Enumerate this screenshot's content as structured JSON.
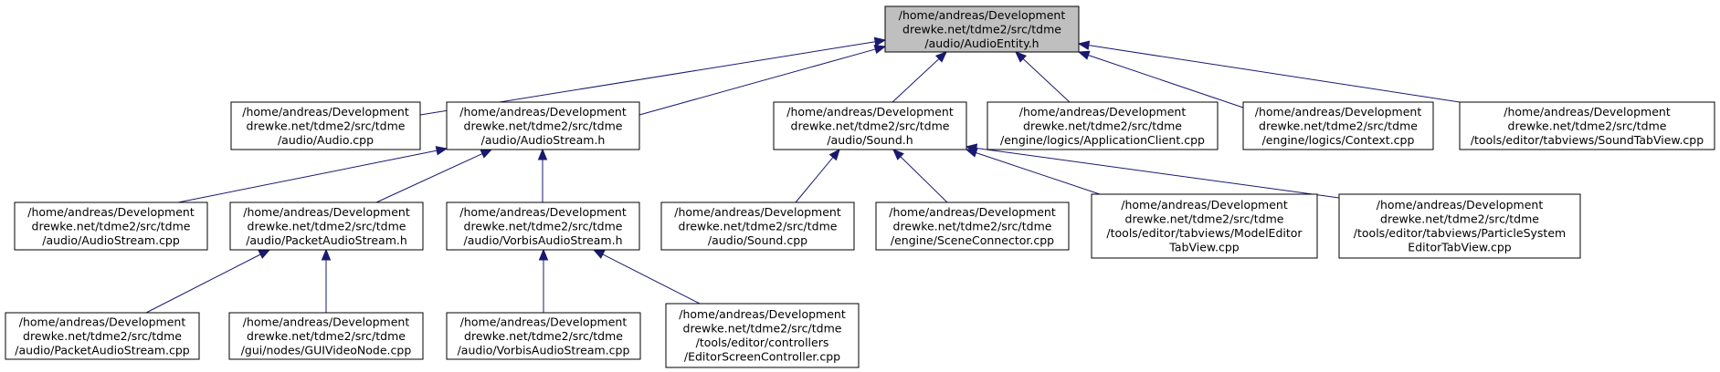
{
  "graph": {
    "nodes": [
      {
        "id": "audioentity_h",
        "lines": [
          "/home/andreas/Development",
          "drewke.net/tdme2/src/tdme",
          "/audio/AudioEntity.h"
        ],
        "highlight": true
      },
      {
        "id": "audio_cpp",
        "lines": [
          "/home/andreas/Development",
          "drewke.net/tdme2/src/tdme",
          "/audio/Audio.cpp"
        ]
      },
      {
        "id": "audiostream_h",
        "lines": [
          "/home/andreas/Development",
          "drewke.net/tdme2/src/tdme",
          "/audio/AudioStream.h"
        ]
      },
      {
        "id": "sound_h",
        "lines": [
          "/home/andreas/Development",
          "drewke.net/tdme2/src/tdme",
          "/audio/Sound.h"
        ]
      },
      {
        "id": "applicationclient_cpp",
        "lines": [
          "/home/andreas/Development",
          "drewke.net/tdme2/src/tdme",
          "/engine/logics/ApplicationClient.cpp"
        ]
      },
      {
        "id": "context_cpp",
        "lines": [
          "/home/andreas/Development",
          "drewke.net/tdme2/src/tdme",
          "/engine/logics/Context.cpp"
        ]
      },
      {
        "id": "soundtabview_cpp",
        "lines": [
          "/home/andreas/Development",
          "drewke.net/tdme2/src/tdme",
          "/tools/editor/tabviews/SoundTabView.cpp"
        ]
      },
      {
        "id": "audiostream_cpp",
        "lines": [
          "/home/andreas/Development",
          "drewke.net/tdme2/src/tdme",
          "/audio/AudioStream.cpp"
        ]
      },
      {
        "id": "packetaudiostream_h",
        "lines": [
          "/home/andreas/Development",
          "drewke.net/tdme2/src/tdme",
          "/audio/PacketAudioStream.h"
        ]
      },
      {
        "id": "vorbisaudiostream_h",
        "lines": [
          "/home/andreas/Development",
          "drewke.net/tdme2/src/tdme",
          "/audio/VorbisAudioStream.h"
        ]
      },
      {
        "id": "sound_cpp",
        "lines": [
          "/home/andreas/Development",
          "drewke.net/tdme2/src/tdme",
          "/audio/Sound.cpp"
        ]
      },
      {
        "id": "sceneconnector_cpp",
        "lines": [
          "/home/andreas/Development",
          "drewke.net/tdme2/src/tdme",
          "/engine/SceneConnector.cpp"
        ]
      },
      {
        "id": "modeleditor_cpp",
        "lines": [
          "/home/andreas/Development",
          "drewke.net/tdme2/src/tdme",
          "/tools/editor/tabviews/ModelEditor",
          "TabView.cpp"
        ]
      },
      {
        "id": "particlesystem_cpp",
        "lines": [
          "/home/andreas/Development",
          "drewke.net/tdme2/src/tdme",
          "/tools/editor/tabviews/ParticleSystem",
          "EditorTabView.cpp"
        ]
      },
      {
        "id": "packetaudiostream_cpp",
        "lines": [
          "/home/andreas/Development",
          "drewke.net/tdme2/src/tdme",
          "/audio/PacketAudioStream.cpp"
        ]
      },
      {
        "id": "guivideonode_cpp",
        "lines": [
          "/home/andreas/Development",
          "drewke.net/tdme2/src/tdme",
          "/gui/nodes/GUIVideoNode.cpp"
        ]
      },
      {
        "id": "vorbisaudiostream_cpp",
        "lines": [
          "/home/andreas/Development",
          "drewke.net/tdme2/src/tdme",
          "/audio/VorbisAudioStream.cpp"
        ]
      },
      {
        "id": "editorscreencontroller_cpp",
        "lines": [
          "/home/andreas/Development",
          "drewke.net/tdme2/src/tdme",
          "/tools/editor/controllers",
          "/EditorScreenController.cpp"
        ]
      }
    ],
    "edges": [
      {
        "from": "audio_cpp",
        "to": "audioentity_h"
      },
      {
        "from": "audiostream_h",
        "to": "audioentity_h"
      },
      {
        "from": "sound_h",
        "to": "audioentity_h"
      },
      {
        "from": "applicationclient_cpp",
        "to": "audioentity_h"
      },
      {
        "from": "context_cpp",
        "to": "audioentity_h"
      },
      {
        "from": "soundtabview_cpp",
        "to": "audioentity_h"
      },
      {
        "from": "audiostream_cpp",
        "to": "audiostream_h"
      },
      {
        "from": "packetaudiostream_h",
        "to": "audiostream_h"
      },
      {
        "from": "vorbisaudiostream_h",
        "to": "audiostream_h"
      },
      {
        "from": "sound_cpp",
        "to": "sound_h"
      },
      {
        "from": "sceneconnector_cpp",
        "to": "sound_h"
      },
      {
        "from": "modeleditor_cpp",
        "to": "sound_h"
      },
      {
        "from": "particlesystem_cpp",
        "to": "sound_h"
      },
      {
        "from": "packetaudiostream_cpp",
        "to": "packetaudiostream_h"
      },
      {
        "from": "guivideonode_cpp",
        "to": "packetaudiostream_h"
      },
      {
        "from": "vorbisaudiostream_cpp",
        "to": "vorbisaudiostream_h"
      },
      {
        "from": "editorscreencontroller_cpp",
        "to": "vorbisaudiostream_h"
      }
    ],
    "colors": {
      "edge": "#191970",
      "root_fill": "#bfbfbf",
      "node_fill": "#ffffff",
      "border": "#000000"
    }
  }
}
